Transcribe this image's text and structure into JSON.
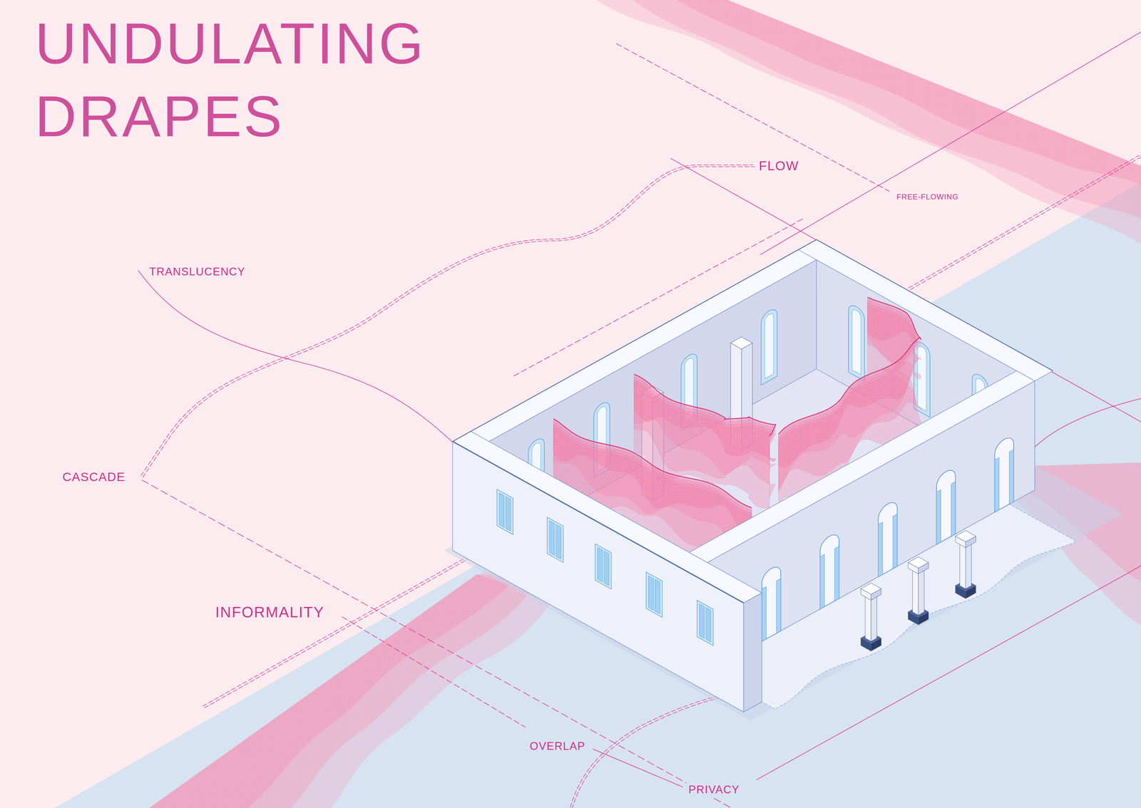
{
  "diagram": {
    "title": "UNDULATING DRAPES",
    "labels": [
      "FLOW",
      "FREE-FLOWING",
      "TRANSLUCENCY",
      "CASCADE",
      "INFORMALITY",
      "OVERLAP",
      "PRIVACY"
    ]
  }
}
